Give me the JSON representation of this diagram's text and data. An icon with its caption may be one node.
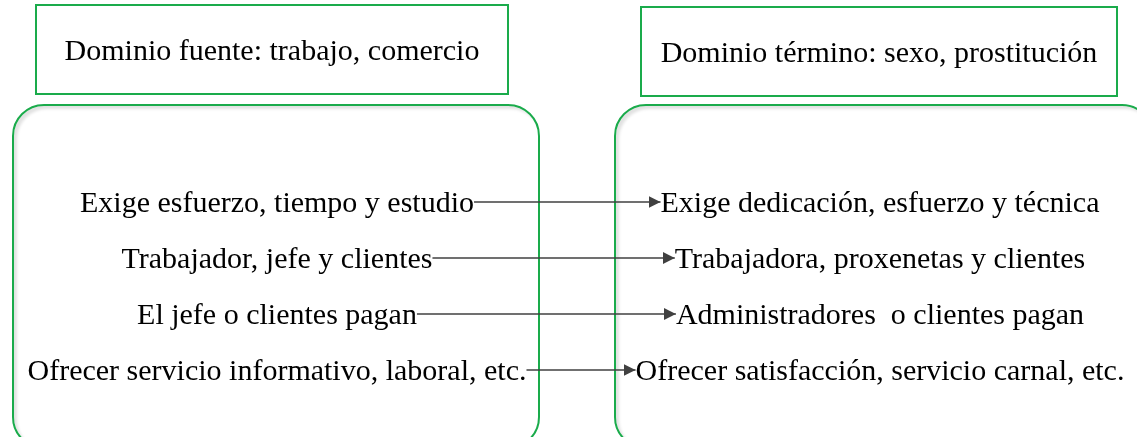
{
  "diagram": {
    "nodes": [
      {
        "text": [
          "Dominio fuente: trabajo, comercio"
        ]
      },
      {
        "text": [
          "Dominio término: sexo, prostitución"
        ]
      },
      {
        "text": [],
        "shape": "box"
      },
      {
        "text": [
          "Exige esfuerzo, tiempo y estudio"
        ],
        "in": 2
      },
      {
        "text": [
          "Trabajador, jefe y clientes"
        ],
        "in": 2
      },
      {
        "text": [
          "El jefe o clientes pagan"
        ],
        "in": 2
      },
      {
        "text": [
          "Ofrecer servicio informativo, laboral, etc."
        ],
        "in": 2
      },
      {
        "text": [],
        "shape": "box"
      },
      {
        "text": [
          "Exige dedicación, esfuerzo y técnica"
        ],
        "in": 7
      },
      {
        "text": [
          "Trabajadora, proxenetas y clientes"
        ],
        "in": 7
      },
      {
        "text": [
          "Administradores  o clientes pagan"
        ],
        "in": 7
      },
      {
        "text": [
          "Ofrecer satisfacción, servicio carnal, etc."
        ],
        "in": 7
      }
    ],
    "edges": [
      {
        "from": 3,
        "to": 8,
        "arrow": "to"
      },
      {
        "from": 4,
        "to": 9,
        "arrow": "to"
      },
      {
        "from": 5,
        "to": 10,
        "arrow": "to"
      },
      {
        "from": 6,
        "to": 11,
        "arrow": "to"
      }
    ]
  }
}
